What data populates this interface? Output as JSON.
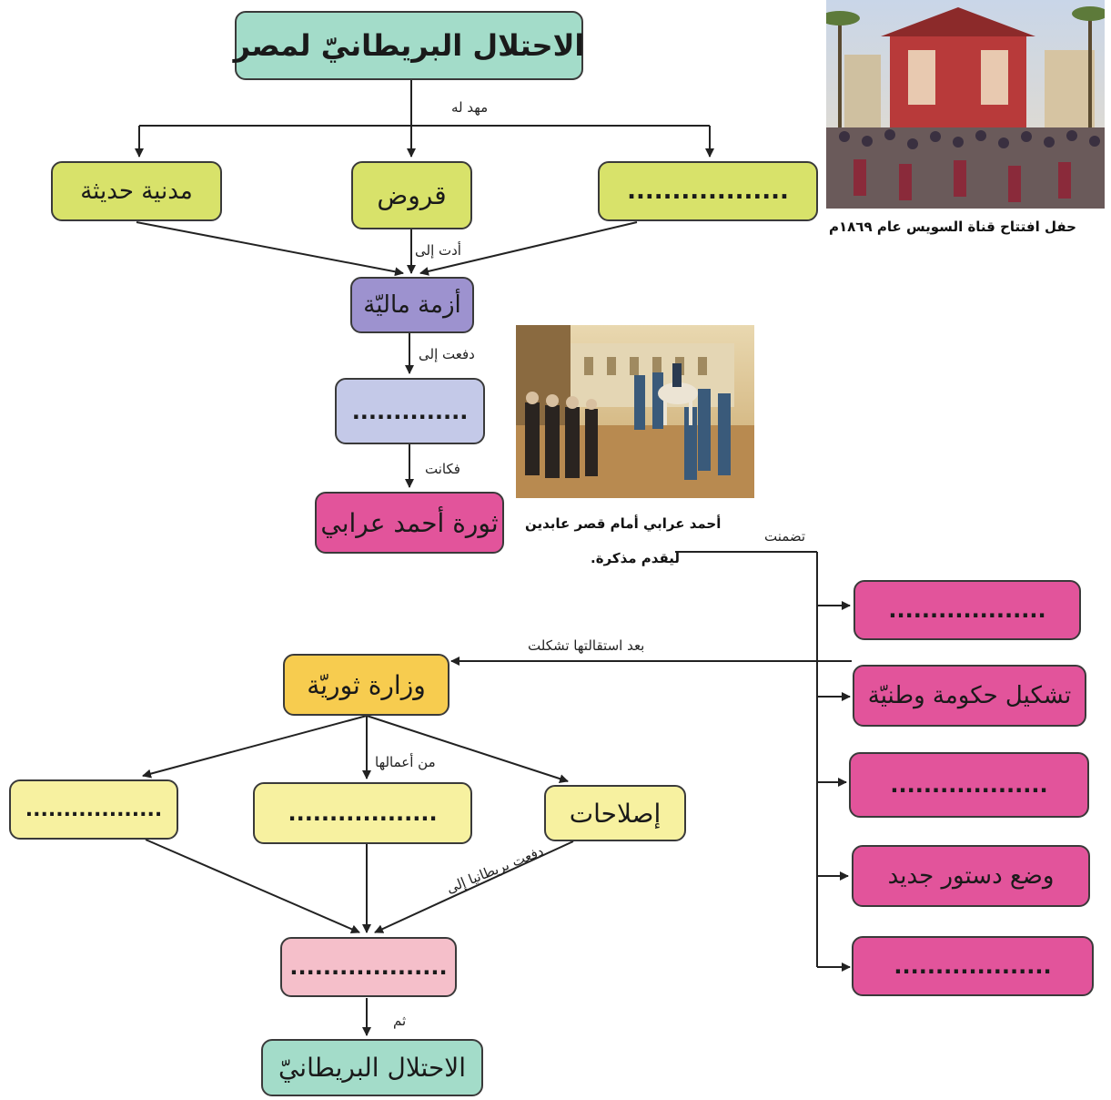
{
  "colors": {
    "teal": "#a3dcc9",
    "lime": "#d8e26a",
    "purple": "#9d92cf",
    "lavender": "#c4c9e8",
    "magenta": "#e2549b",
    "orange": "#f7cc4f",
    "yellow": "#f7f1a0",
    "pink": "#f5bfca"
  },
  "nodes": {
    "title": "الاحتلال البريطانيّ لمصر",
    "cause_blank": "..................",
    "loans": "قروض",
    "modern_civ": "مدنية حديثة",
    "financial_crisis": "أزمة ماليّة",
    "pushed_blank": "..............",
    "urabi_revolt": "ثورة أحمد عرابي",
    "demand_1": "...................",
    "demand_2": "تشكيل حكومة وطنيّة",
    "demand_3": "...................",
    "demand_4": "وضع دستور جديد",
    "demand_5": "...................",
    "revolutionary_ministry": "وزارة ثوريّة",
    "reforms": "إصلاحات",
    "work_blank_mid": "..................",
    "work_blank_left": "..................",
    "result_blank": "...................",
    "final_occupation": "الاحتلال البريطانيّ"
  },
  "labels": {
    "paved_for": "مهد له",
    "led_to": "أدت إلى",
    "pushed_to": "دفعت إلى",
    "so_was": "فكانت",
    "included": "تضمنت",
    "after_resignation": "بعد استقالتها تشكلت",
    "of_its_works": "من أعمالها",
    "pushed_britain": "دفعت بريطانيا إلى",
    "then": "ثم"
  },
  "captions": {
    "suez": "حفل افتتاح قناة السويس عام ١٨٦٩م",
    "abdeen_line1": "أحمد عرابي أمام قصر عابدين",
    "abdeen_line2": "ليقدم مذكرة."
  },
  "images": {
    "suez_photo": "suez-canal-opening-painting",
    "abdeen_photo": "urabi-at-abdeen-palace-painting"
  }
}
